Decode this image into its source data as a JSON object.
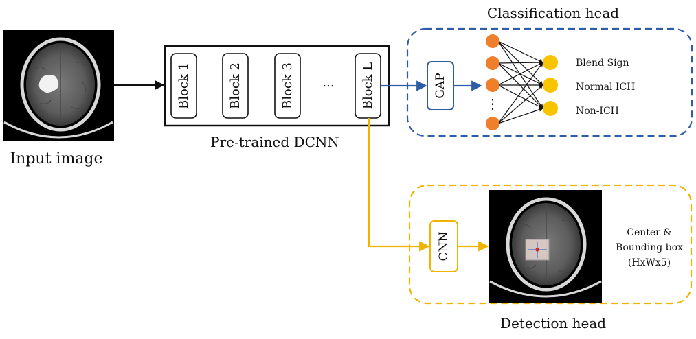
{
  "input": {
    "label": "Input image"
  },
  "backbone": {
    "label": "Pre-trained DCNN",
    "blocks": [
      "Block 1",
      "Block 2",
      "Block 3",
      "Block L"
    ],
    "ellipsis": "..."
  },
  "classification": {
    "title": "Classification head",
    "gap_label": "GAP",
    "outputs": [
      "Blend Sign",
      "Normal ICH",
      "Non-ICH"
    ],
    "hidden_ellipsis": "⋮"
  },
  "detection": {
    "title": "Detection head",
    "cnn_label": "CNN",
    "output_lines": [
      "Center &",
      "Bounding box",
      "(HxWx5)"
    ]
  },
  "colors": {
    "classification": "#2E5DA8",
    "detection": "#F0B400",
    "hidden_node": "#F07F2C",
    "output_node": "#F8C400",
    "main_arrow": "#111111"
  }
}
